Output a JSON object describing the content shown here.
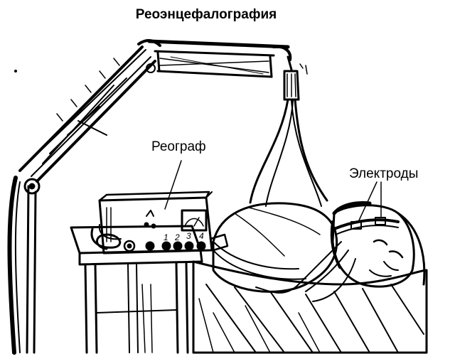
{
  "title": "Реоэнцефалография",
  "labels": {
    "device": "Реограф",
    "electrodes": "Электроды"
  },
  "device_channels": [
    "1",
    "2",
    "3",
    "4"
  ],
  "colors": {
    "ink": "#000000",
    "paper": "#ffffff"
  }
}
